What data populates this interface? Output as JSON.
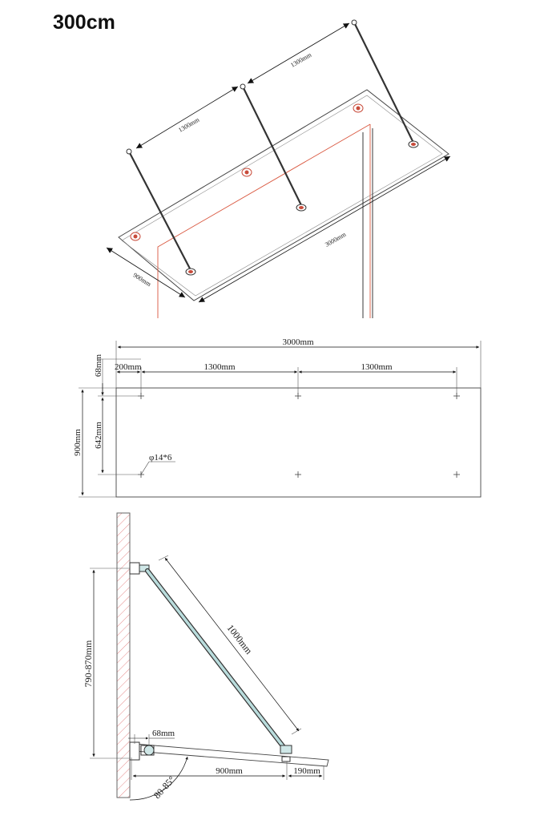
{
  "title": "300cm",
  "iso_view": {
    "dim_rod_spacing_1": "1300mm",
    "dim_rod_spacing_2": "1300mm",
    "dim_length": "3000mm",
    "dim_depth": "900mm"
  },
  "plan_view": {
    "dim_total_length": "3000mm",
    "dim_edge_offset": "200mm",
    "dim_spacing_1": "1300mm",
    "dim_spacing_2": "1300mm",
    "dim_top_offset": "68mm",
    "dim_hole_spacing": "642mm",
    "dim_depth": "900mm",
    "hole_spec": "φ14*6"
  },
  "side_view": {
    "dim_rod_length": "1000mm",
    "dim_height_range": "790-870mm",
    "dim_bracket_offset": "68mm",
    "dim_depth": "900mm",
    "dim_overhang": "190mm",
    "dim_angle_range": "80-85°"
  },
  "colors": {
    "line": "#333333",
    "guide_red": "#d9573f",
    "rod_fill": "#b9dcdc",
    "wall_hatch": "#e58a8a",
    "fitting_red": "#c84b3a"
  }
}
